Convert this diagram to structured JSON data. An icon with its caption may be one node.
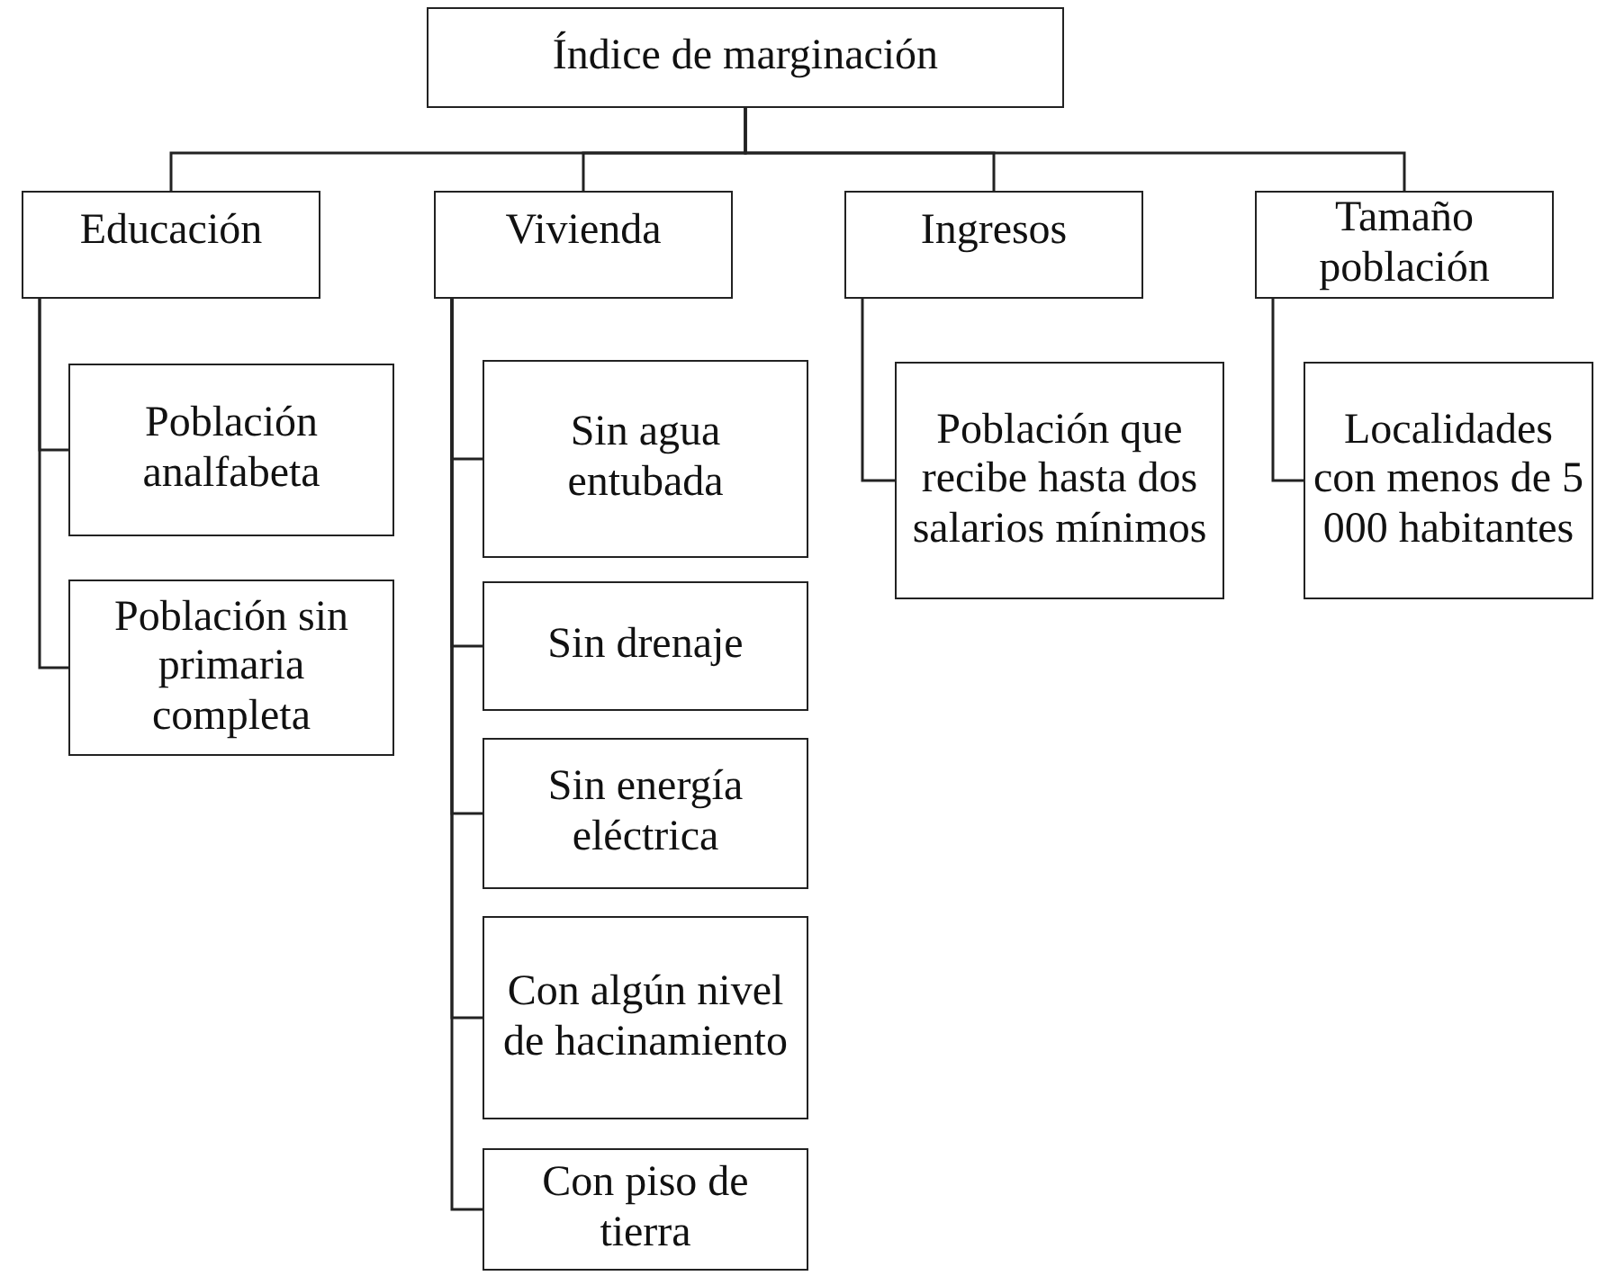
{
  "diagram": {
    "nodes": [
      {
        "text": [
          "Índice de marginación"
        ]
      },
      {
        "text": [
          "Educación"
        ]
      },
      {
        "text": [
          "Vivienda"
        ]
      },
      {
        "text": [
          "Ingresos"
        ]
      },
      {
        "text": [
          "Tamaño población"
        ]
      },
      {
        "text": [
          "Población analfabeta"
        ]
      },
      {
        "text": [
          "Población sin primaria completa"
        ]
      },
      {
        "text": [
          "Sin agua entubada"
        ]
      },
      {
        "text": [
          "Sin drenaje"
        ]
      },
      {
        "text": [
          "Sin energía eléctrica"
        ]
      },
      {
        "text": [
          "Con algún nivel de hacinamiento"
        ]
      },
      {
        "text": [
          "Con piso de tierra"
        ]
      },
      {
        "text": [
          "Población que recibe hasta dos salarios mínimos"
        ]
      },
      {
        "text": [
          "Localidades con menos de 5 000 habitantes"
        ]
      }
    ],
    "edges": [
      {
        "from": 0,
        "to": 1,
        "arrow": "none"
      },
      {
        "from": 0,
        "to": 2,
        "arrow": "none"
      },
      {
        "from": 0,
        "to": 3,
        "arrow": "none"
      },
      {
        "from": 0,
        "to": 4,
        "arrow": "none"
      },
      {
        "from": 1,
        "to": 5,
        "arrow": "none"
      },
      {
        "from": 1,
        "to": 6,
        "arrow": "none"
      },
      {
        "from": 2,
        "to": 7,
        "arrow": "none"
      },
      {
        "from": 2,
        "to": 8,
        "arrow": "none"
      },
      {
        "from": 2,
        "to": 9,
        "arrow": "none"
      },
      {
        "from": 2,
        "to": 10,
        "arrow": "none"
      },
      {
        "from": 2,
        "to": 11,
        "arrow": "none"
      },
      {
        "from": 3,
        "to": 12,
        "arrow": "none"
      },
      {
        "from": 4,
        "to": 13,
        "arrow": "none"
      }
    ]
  }
}
